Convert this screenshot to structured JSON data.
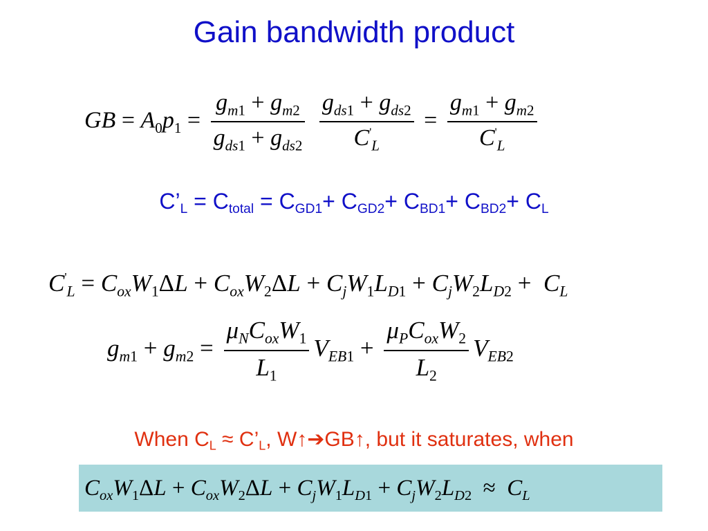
{
  "title": "Gain bandwidth product",
  "eq1": {
    "lhs": "GB = A",
    "lhs_sub": "0",
    "p": "p",
    "p_sub": "1",
    "eq": "=",
    "frac1_num": "gm1 + gm2",
    "frac1_den": "gds1 + gds2",
    "frac2_num": "gds1 + gds2",
    "frac2_den": "C'L",
    "eq2": "=",
    "frac3_num": "gm1 + gm2",
    "frac3_den": "C'L"
  },
  "ctotal_line": {
    "text_a": "C’",
    "sub_a": "L",
    "text_b": " = C",
    "sub_b": "total",
    "text_c": " = C",
    "sub_c": "GD1",
    "text_d": "+ C",
    "sub_d": "GD2",
    "text_e": "+ C",
    "sub_e": "BD1",
    "text_f": "+ C",
    "sub_f": "BD2",
    "text_g": "+ C",
    "sub_g": "L"
  },
  "eq_cl": "C'L = CoxW1ΔL + CoxW2ΔL + CjW1LD1 + CjW2LD2 + CL",
  "eq_gm": {
    "lhs": "gm1 + gm2 =",
    "frac1_num": "μNCoxW1",
    "frac1_den": "L1",
    "v1": "VEB1",
    "plus": "+",
    "frac2_num": "μPCoxW2",
    "frac2_den": "L2",
    "v2": "VEB2"
  },
  "note": {
    "a": "When C",
    "a_sub": "L",
    "b": " ≈ C’",
    "b_sub": "L",
    "c": ", W↑➔GB↑, but it saturates, when"
  },
  "boxed_eq": "CoxW1ΔL + CoxW2ΔL + CjW1LD1 + CjW2LD2 ≈ CL",
  "colors": {
    "title": "#1010c8",
    "note": "#e03010",
    "box": "#a8d8dc"
  }
}
